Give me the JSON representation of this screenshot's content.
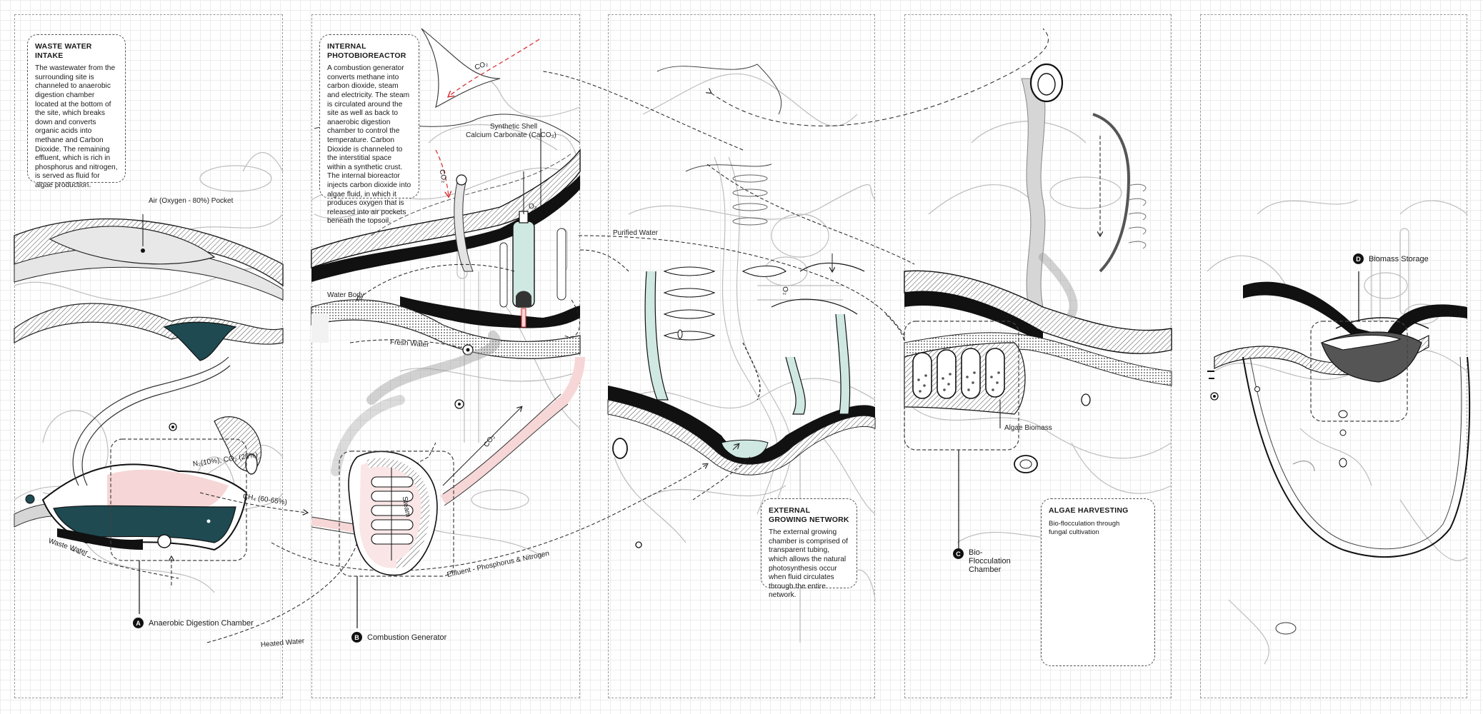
{
  "panels": [
    {
      "id": "waste-water-intake",
      "heading": "WASTE WATER INTAKE",
      "body": "The wastewater from the surrounding site is channeled to anaerobic digestion chamber located at the bottom of the site, which breaks down and converts organic acids into methane and Carbon Dioxide. The remaining effluent, which is rich in phosphorus and nitrogen, is served as fluid for algae production."
    },
    {
      "id": "internal-photobioreactor",
      "heading": "INTERNAL PHOTOBIOREACTOR",
      "body": "A combustion generator converts methane into carbon dioxide, steam and electricity. The steam is circulated around the site as well as back to anaerobic digestion chamber to control the temperature. Carbon Dioxide is channeled to the interstitial space within a synthetic crust. The internal bioreactor injects carbon dioxide into algae fluid, in which it produces oxygen that is released into air pockets beneath the topsoil."
    },
    {
      "id": "external-growing-network",
      "heading": "EXTERNAL GROWING NETWORK",
      "body": "The external growing chamber is comprised of transparent tubing, which allows the natural photosynthesis occur when fluid circulates through the entire network."
    },
    {
      "id": "algae-harvesting",
      "heading": "ALGAE HARVESTING",
      "body": "Bio-flocculation through fungal cultivation"
    }
  ],
  "tags": [
    {
      "letter": "A",
      "label": "Anaerobic Digestion Chamber"
    },
    {
      "letter": "B",
      "label": "Combustion Generator"
    },
    {
      "letter": "C",
      "label": "Bio-Flocculation Chamber"
    },
    {
      "letter": "D",
      "label": "Biomass Storage"
    }
  ],
  "labels": {
    "air_pocket": "Air (Oxygen - 80%) Pocket",
    "n2_co2": "N₂(10%), CO₂ (25%)",
    "ch4": "CH₄ (60-65%)",
    "waste_water": "Waste Water",
    "heated_water": "Heated Water",
    "water_body": "Water Body",
    "fresh_water": "Fresh Water",
    "synthetic_shell": "Synthetic Shell",
    "calcium_carbonate": "Calcium Carbonate (CaCO₃)",
    "co2_a": "CO₂",
    "co2_b": "CO₂",
    "co2_c": "CO₂",
    "o2_a": "O₂",
    "o2_b": "O₂",
    "steam": "Steam",
    "effluent": "Effluent - Phosphorus & Nitrogen",
    "purified_water": "Purified Water",
    "algae_biomass": "Algae Biomass"
  },
  "colors": {
    "teal_dark": "#1f4a52",
    "teal_light": "#cfe8e2",
    "pink": "#f6d6d6",
    "red_dash": "#d9262c",
    "grey_fill": "#d6d6d6",
    "ink": "#1a1a1a"
  }
}
